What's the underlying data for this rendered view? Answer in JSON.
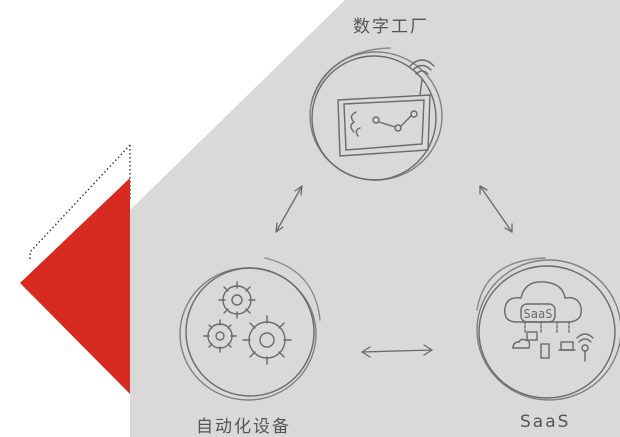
{
  "nodes": {
    "top": {
      "label": "数字工厂",
      "icon": "factory-tablet-icon"
    },
    "left": {
      "label": "自动化设备",
      "icon": "gears-icon"
    },
    "right": {
      "label": "SaaS",
      "icon": "cloud-saas-icon",
      "cloud_text": "SaaS"
    }
  },
  "colors": {
    "panel": "#d9d9d9",
    "accent": "#d72a21",
    "sketch": "#6a6a6a"
  }
}
